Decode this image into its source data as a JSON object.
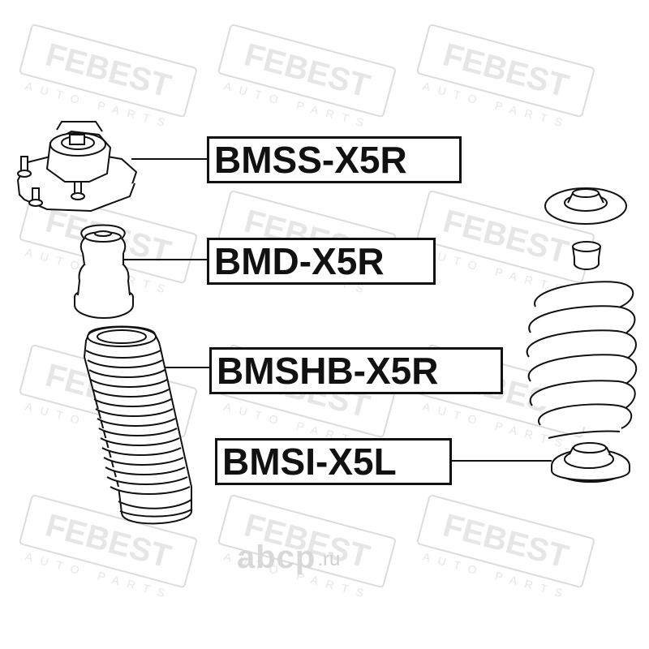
{
  "watermark": {
    "brand": "FEBEST",
    "sub": "AUTO PARTS"
  },
  "parts": [
    {
      "code": "BMSS-X5R",
      "part_icon": "strut-mount-icon"
    },
    {
      "code": "BMD-X5R",
      "part_icon": "bump-stop-icon"
    },
    {
      "code": "BMSHB-X5R",
      "part_icon": "shock-boot-icon"
    },
    {
      "code": "BMSI-X5L",
      "part_icon": "spring-seat-insulator-icon"
    }
  ],
  "site_mark": {
    "name": "abcp",
    "tld": ".ru"
  },
  "colors": {
    "watermark": "#e2e2e2",
    "line": "#111111",
    "part_fill": "#ffffff"
  }
}
